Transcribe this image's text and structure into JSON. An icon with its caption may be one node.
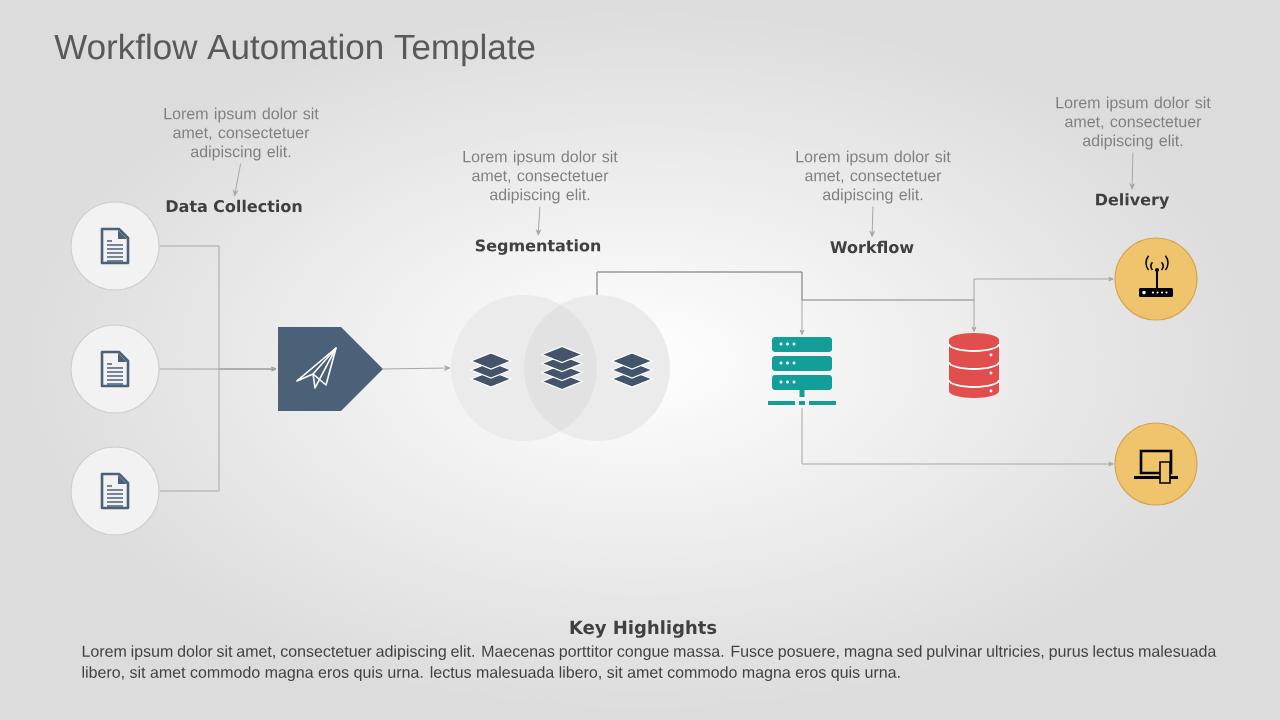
{
  "diagram": {
    "title": "Workflow Automation Template",
    "nodes": [
      {
        "text": [
          "Lorem ipsum dolor sit amet, consectetuer adipiscing elit."
        ]
      },
      {
        "text": [
          "Data Collection"
        ]
      },
      {
        "text": [
          "Lorem ipsum dolor sit amet, consectetuer adipiscing elit."
        ]
      },
      {
        "text": [
          "Segmentation"
        ]
      },
      {
        "text": [
          "Lorem ipsum dolor sit amet, consectetuer adipiscing elit."
        ]
      },
      {
        "text": [
          "Workflow"
        ]
      },
      {
        "text": [
          "Lorem ipsum dolor sit amet, consectetuer adipiscing elit."
        ]
      },
      {
        "text": [
          "Delivery"
        ]
      },
      {
        "text": [],
        "shape": "circle"
      },
      {
        "text": [],
        "shape": "circle"
      },
      {
        "text": [],
        "shape": "circle"
      },
      {
        "text": [],
        "shape": "pentagon"
      },
      {
        "text": [],
        "shape": "circle"
      },
      {
        "text": [],
        "shape": "server"
      },
      {
        "text": [],
        "shape": "cylinder"
      },
      {
        "text": [],
        "shape": "circle"
      },
      {
        "text": [],
        "shape": "circle"
      }
    ],
    "edges": [
      {
        "from": 0,
        "to": 1,
        "arrow": "to"
      },
      {
        "from": 2,
        "to": 3,
        "arrow": "to"
      },
      {
        "from": 4,
        "to": 5,
        "arrow": "to"
      },
      {
        "from": 6,
        "to": 7,
        "arrow": "to"
      },
      {
        "from": 8,
        "to": 11,
        "arrow": "to"
      },
      {
        "from": 9,
        "to": 11,
        "arrow": "to"
      },
      {
        "from": 10,
        "to": 11,
        "arrow": "to"
      },
      {
        "from": 11,
        "to": 12,
        "arrow": "to"
      },
      {
        "from": 12,
        "to": 13,
        "arrow": "to"
      },
      {
        "from": 12,
        "to": 14,
        "arrow": "to"
      },
      {
        "from": 12,
        "to": 15,
        "arrow": "to"
      },
      {
        "from": 13,
        "to": 16,
        "arrow": "to"
      }
    ],
    "labels": [
      "Key Highlights",
      "Lorem ipsum dolor sit amet, consectetuer adipiscing elit. Maecenas porttitor congue massa. Fusce posuere, magna sed pulvinar ultricies, purus lectus malesuada libero, sit amet commodo magna eros quis urna. lectus malesuada libero, sit amet commodo magna eros quis urna."
    ]
  }
}
